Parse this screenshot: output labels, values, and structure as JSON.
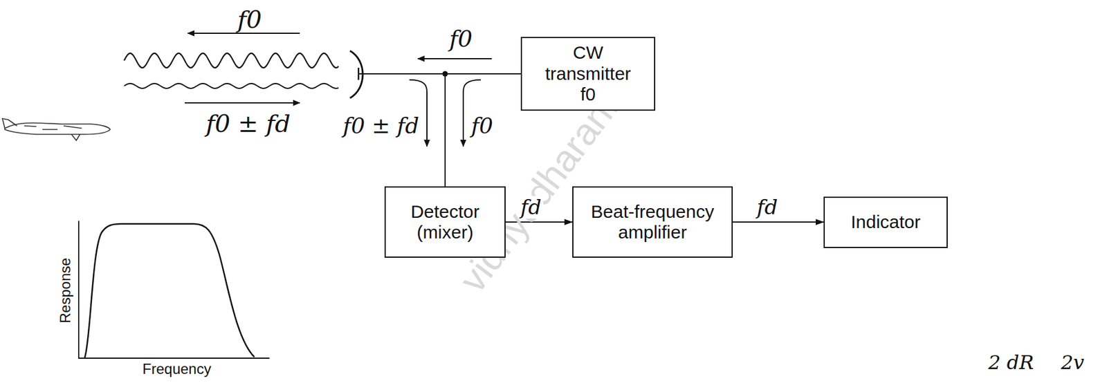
{
  "diagram": {
    "nodes": [
      {
        "text": [
          "CW transmitter f0"
        ]
      },
      {
        "text": [
          "Detector (mixer)"
        ]
      },
      {
        "text": [
          "Beat-frequency amplifier"
        ]
      },
      {
        "text": [
          "Indicator"
        ]
      }
    ],
    "edges": [
      {
        "from": 1,
        "to": 2,
        "arrow": "to",
        "label": "fd"
      },
      {
        "from": 2,
        "to": 3,
        "arrow": "to",
        "label": "fd"
      },
      {
        "from": 0,
        "to": 1,
        "arrow": "none"
      }
    ],
    "labels": [
      "f0",
      "f0 ± fd",
      "f0",
      "f0 ± fd",
      "f0",
      "Response",
      "Frequency",
      "2 dR",
      "2v",
      "vidhyadharan.in"
    ]
  }
}
